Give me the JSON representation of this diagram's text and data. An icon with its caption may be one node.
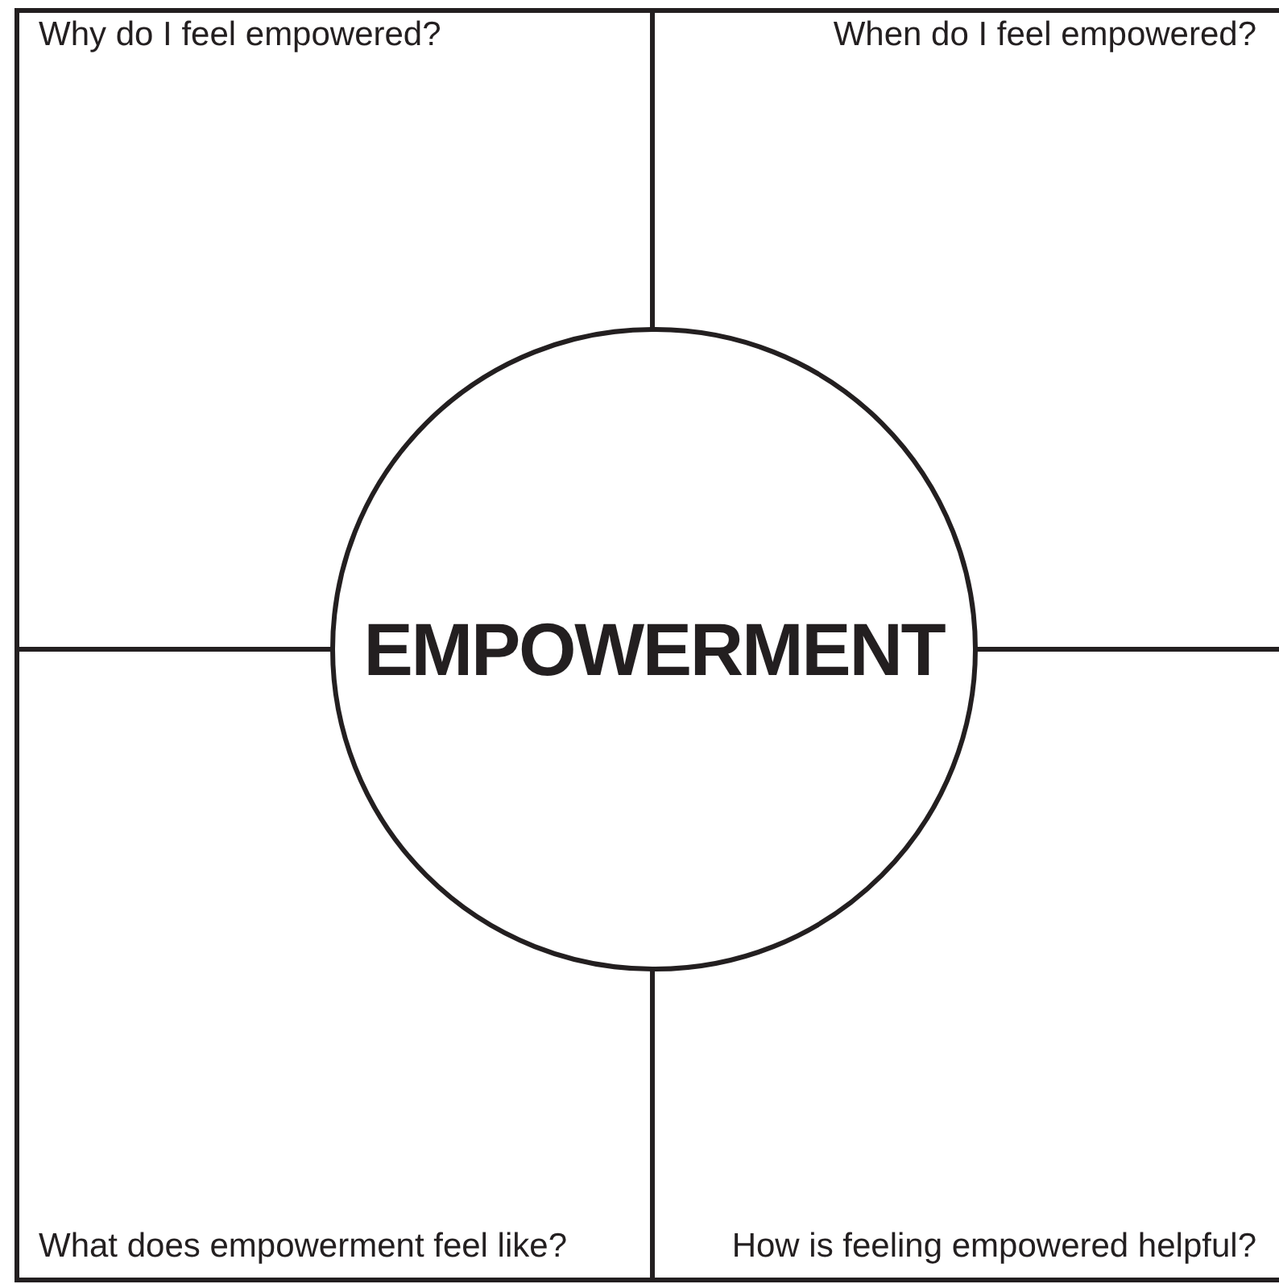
{
  "diagram": {
    "nodes": [
      {
        "text": [
          "Why do I feel empowered?"
        ]
      },
      {
        "text": [
          "When do I feel empowered?"
        ]
      },
      {
        "text": [
          "What does empowerment feel like?"
        ]
      },
      {
        "text": [
          "How is feeling empowered helpful?"
        ]
      },
      {
        "text": [
          "EMPOWERMENT"
        ]
      }
    ]
  }
}
